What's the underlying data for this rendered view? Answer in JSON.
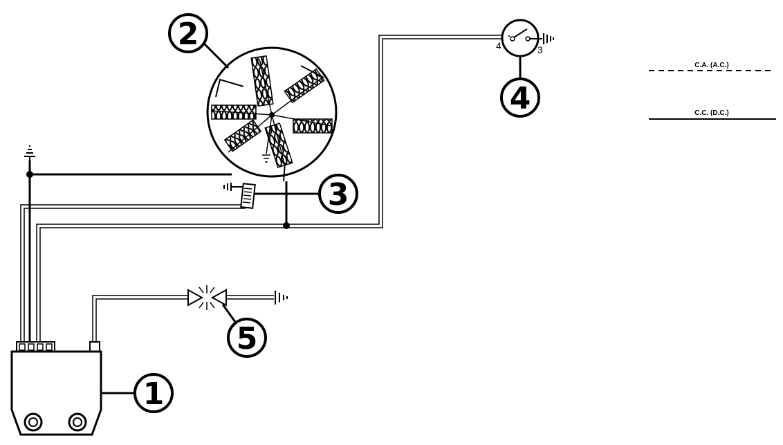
{
  "components": [
    {
      "label": "1",
      "part": "regulator"
    },
    {
      "label": "2",
      "part": "stator"
    },
    {
      "label": "3",
      "part": "pickup"
    },
    {
      "label": "4",
      "part": "switch"
    },
    {
      "label": "5",
      "part": "spark-gap"
    }
  ],
  "switch_terminals": {
    "left": "4",
    "right": "3"
  },
  "legend": {
    "ac_label": "C.A. (A.C.)",
    "dc_label": "C.C. (D.C.)"
  },
  "colors": {
    "line": "#000000",
    "background": "#ffffff"
  }
}
